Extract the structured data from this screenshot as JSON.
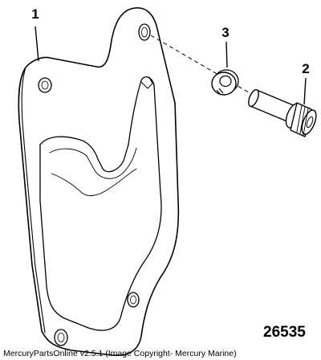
{
  "callouts": {
    "c1": "1",
    "c2": "2",
    "c3": "3"
  },
  "figure_number": "26535",
  "footer": "MercuryPartsOnline v2.5.1 (Image Copyright- Mercury Marine)",
  "parts": [
    {
      "callout": "1",
      "icon": "gasket-plate"
    },
    {
      "callout": "2",
      "icon": "bolt"
    },
    {
      "callout": "3",
      "icon": "lock-washer"
    }
  ]
}
